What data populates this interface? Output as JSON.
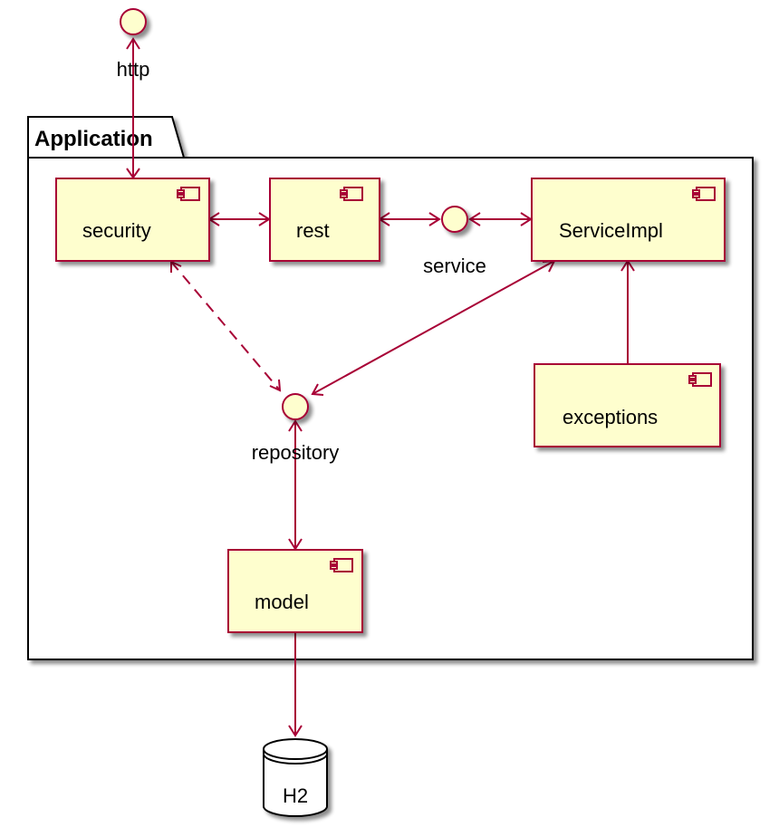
{
  "package": {
    "name": "Application"
  },
  "components": {
    "security": "security",
    "rest": "rest",
    "service_impl": "ServiceImpl",
    "exceptions": "exceptions",
    "model": "model"
  },
  "interfaces": {
    "http": "http",
    "service": "service",
    "repository": "repository"
  },
  "database": {
    "name": "H2"
  },
  "colors": {
    "component_fill": "#FEFECE",
    "border": "#A80036",
    "package_border": "#000000",
    "shadow": "#C8C8C8"
  }
}
